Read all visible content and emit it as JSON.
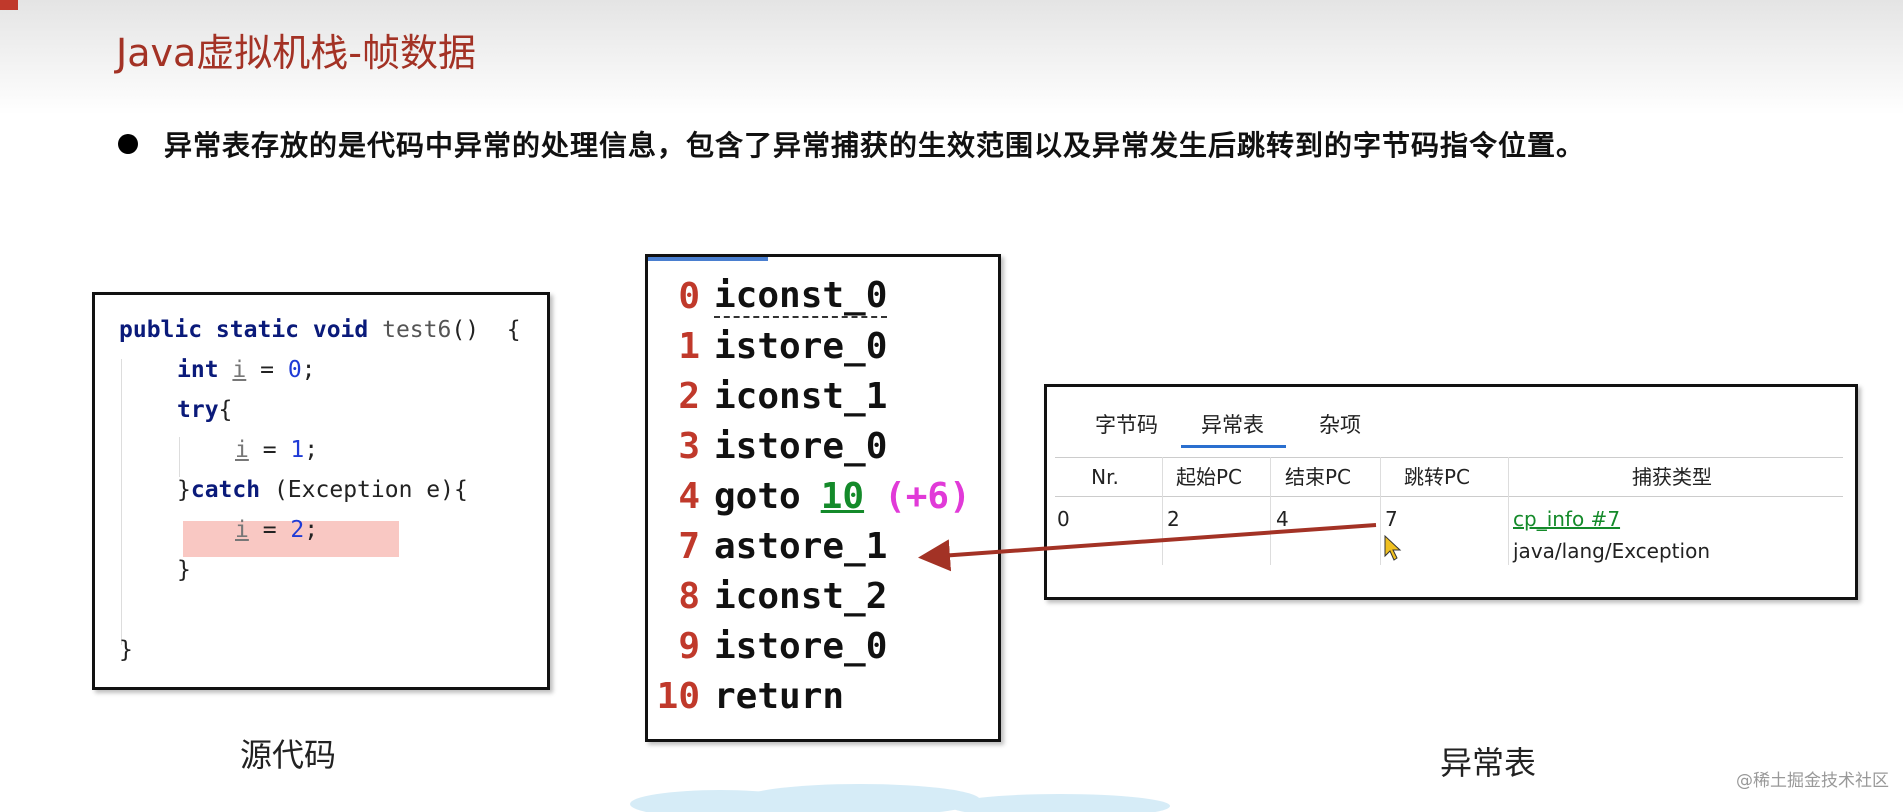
{
  "slide": {
    "title": "Java虚拟机栈-帧数据",
    "bullet": "异常表存放的是代码中异常的处理信息，包含了异常捕获的生效范围以及异常发生后跳转到的字节码指令位置。"
  },
  "source_code": {
    "caption": "源代码",
    "line1": {
      "kw": "public static void",
      "fn": "test6",
      "rest": "()  {"
    },
    "line2": {
      "kw": "int",
      "var": "i",
      "eq": " = ",
      "num": "0",
      "end": ";"
    },
    "line3": {
      "kw": "try",
      "rest": "{"
    },
    "line4": {
      "var": "i",
      "eq": " = ",
      "num": "1",
      "end": ";"
    },
    "line5": {
      "open": "}",
      "kw": "catch",
      "rest": " (Exception e){"
    },
    "line6": {
      "var": "i",
      "eq": " = ",
      "num": "2",
      "end": ";"
    },
    "line7": "}",
    "line8": "}"
  },
  "bytecode": {
    "instructions": [
      {
        "idx": "0",
        "op": "iconst_0"
      },
      {
        "idx": "1",
        "op": "istore_0"
      },
      {
        "idx": "2",
        "op": "iconst_1"
      },
      {
        "idx": "3",
        "op": "istore_0"
      },
      {
        "idx": "4",
        "op": "goto",
        "target": "10",
        "offset": "(+6)"
      },
      {
        "idx": "7",
        "op": "astore_1"
      },
      {
        "idx": "8",
        "op": "iconst_2"
      },
      {
        "idx": "9",
        "op": "istore_0"
      },
      {
        "idx": "10",
        "op": "return"
      }
    ]
  },
  "exception_table": {
    "caption": "异常表",
    "tabs": [
      "字节码",
      "异常表",
      "杂项"
    ],
    "active_tab": "异常表",
    "columns": [
      "Nr.",
      "起始PC",
      "结束PC",
      "跳转PC",
      "捕获类型"
    ],
    "row": {
      "nr": "0",
      "start_pc": "2",
      "end_pc": "4",
      "handler_pc": "7",
      "catch_link": "cp_info #7",
      "catch_type": "java/lang/Exception"
    }
  },
  "watermark": "@稀土掘金技术社区",
  "colors": {
    "title": "#a33225",
    "index": "#c0392b",
    "arrow": "#a33225",
    "goto_target": "#148a2a",
    "offset": "#e13ad8",
    "highlight": "#f9c8c3"
  }
}
